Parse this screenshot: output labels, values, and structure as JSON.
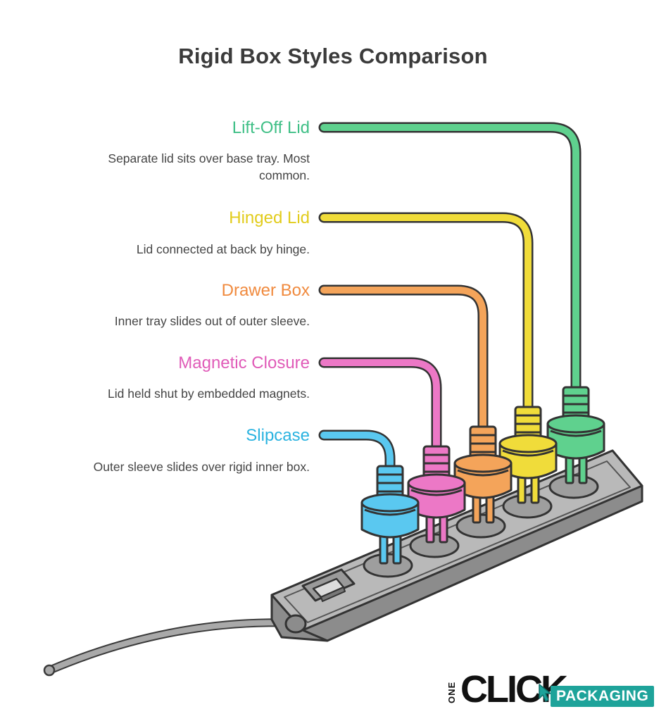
{
  "title": "Rigid Box Styles Comparison",
  "items": [
    {
      "title": "Lift-Off Lid",
      "desc": "Separate lid sits over base tray. Most common.",
      "color": "#5fd18e"
    },
    {
      "title": "Hinged Lid",
      "desc": "Lid connected at back by hinge.",
      "color": "#f0dc3a"
    },
    {
      "title": "Drawer Box",
      "desc": "Inner tray slides out of outer sleeve.",
      "color": "#f4a45a"
    },
    {
      "title": "Magnetic Closure",
      "desc": "Lid held shut by embedded magnets.",
      "color": "#ec78c6"
    },
    {
      "title": "Slipcase",
      "desc": "Outer sleeve slides over rigid inner box.",
      "color": "#5ac8f0"
    }
  ],
  "text_colors": [
    "#3fbf86",
    "#e2cc1c",
    "#f08a3e",
    "#e05bb8",
    "#2bb3e0"
  ],
  "logo": {
    "one": "ONE",
    "click": "CLICK",
    "packaging": "PACKAGING",
    "accent": "#1ea39a"
  },
  "icons": [
    "power-strip-icon",
    "power-switch-icon",
    "plug-icon",
    "cable-icon"
  ]
}
